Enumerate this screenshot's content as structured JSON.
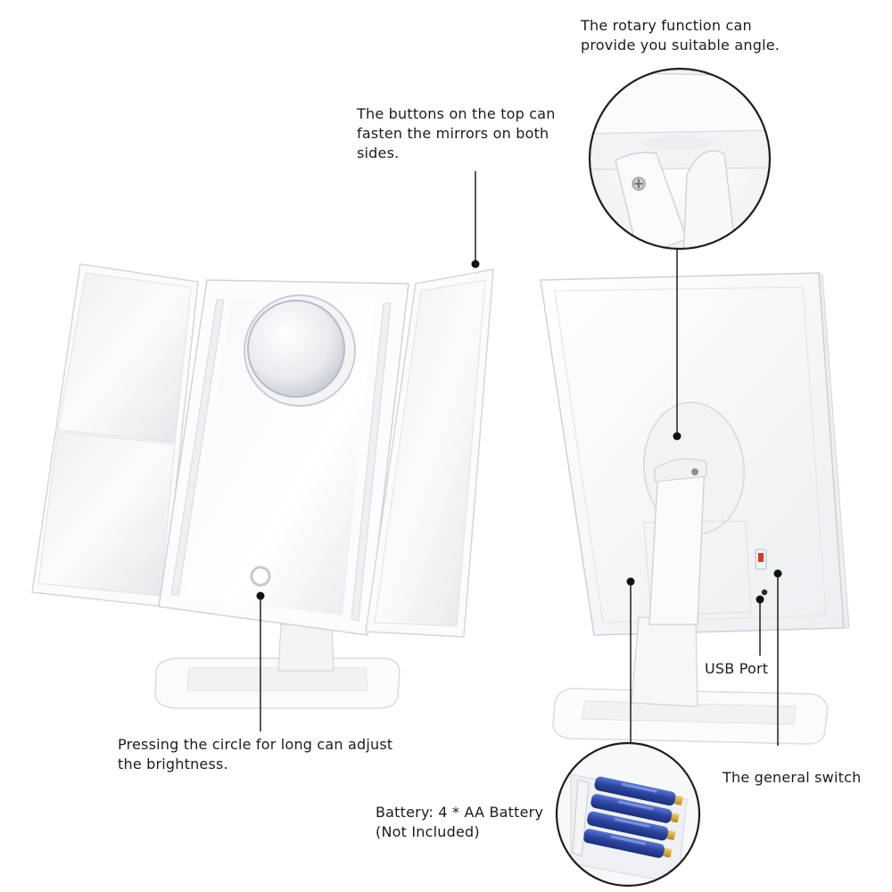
{
  "annotations": {
    "rotary": {
      "lines": [
        "The rotary function can",
        "provide you suitable angle."
      ]
    },
    "buttons_top": {
      "lines": [
        "The buttons on the top can",
        "fasten the mirrors on both",
        "sides."
      ]
    },
    "brightness": {
      "lines": [
        "Pressing the circle for long can adjust",
        "the brightness."
      ]
    },
    "usb": {
      "lines": [
        "USB Port"
      ]
    },
    "general_switch": {
      "lines": [
        "The general switch"
      ]
    },
    "battery": {
      "lines": [
        "Battery: 4 * AA Battery",
        "(Not Included)"
      ]
    }
  },
  "colors": {
    "mirror_white": "#f4f5f7",
    "frame_white": "#fafafa",
    "outline": "#d7dbe0",
    "leader_line": "#111111",
    "battery_blue": "#3a55b4",
    "battery_gold": "#d4a12a",
    "switch_red": "#d23a2a"
  },
  "icons": {
    "callout_dot": "filled-circle",
    "touch_sensor": "ring"
  }
}
